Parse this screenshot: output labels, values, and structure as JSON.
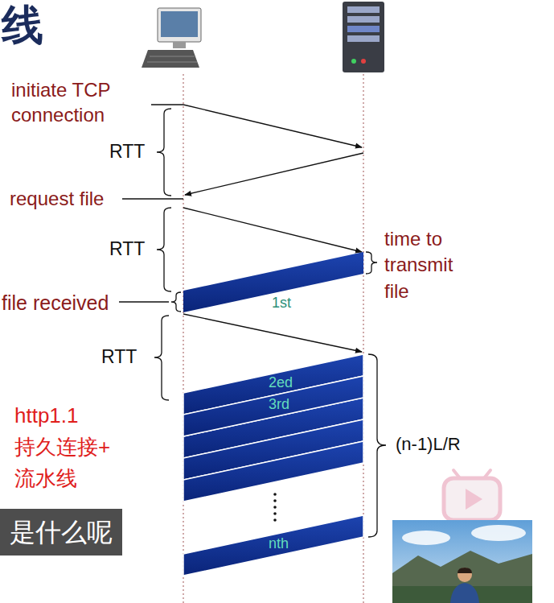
{
  "diagram": {
    "title": "线",
    "nodes": [
      {
        "text": [
          "1st"
        ]
      },
      {
        "text": [
          "2ed"
        ]
      },
      {
        "text": [
          "3rd"
        ]
      },
      {
        "text": [
          "nth"
        ]
      },
      {
        "text": [
          "是什么呢"
        ]
      }
    ],
    "labels": [
      "initiate TCP connection",
      "RTT",
      "request file",
      "RTT",
      "time to transmit file",
      "file received",
      "RTT",
      "(n-1)L/R",
      "http1.1 持久连接+ 流水线"
    ]
  }
}
